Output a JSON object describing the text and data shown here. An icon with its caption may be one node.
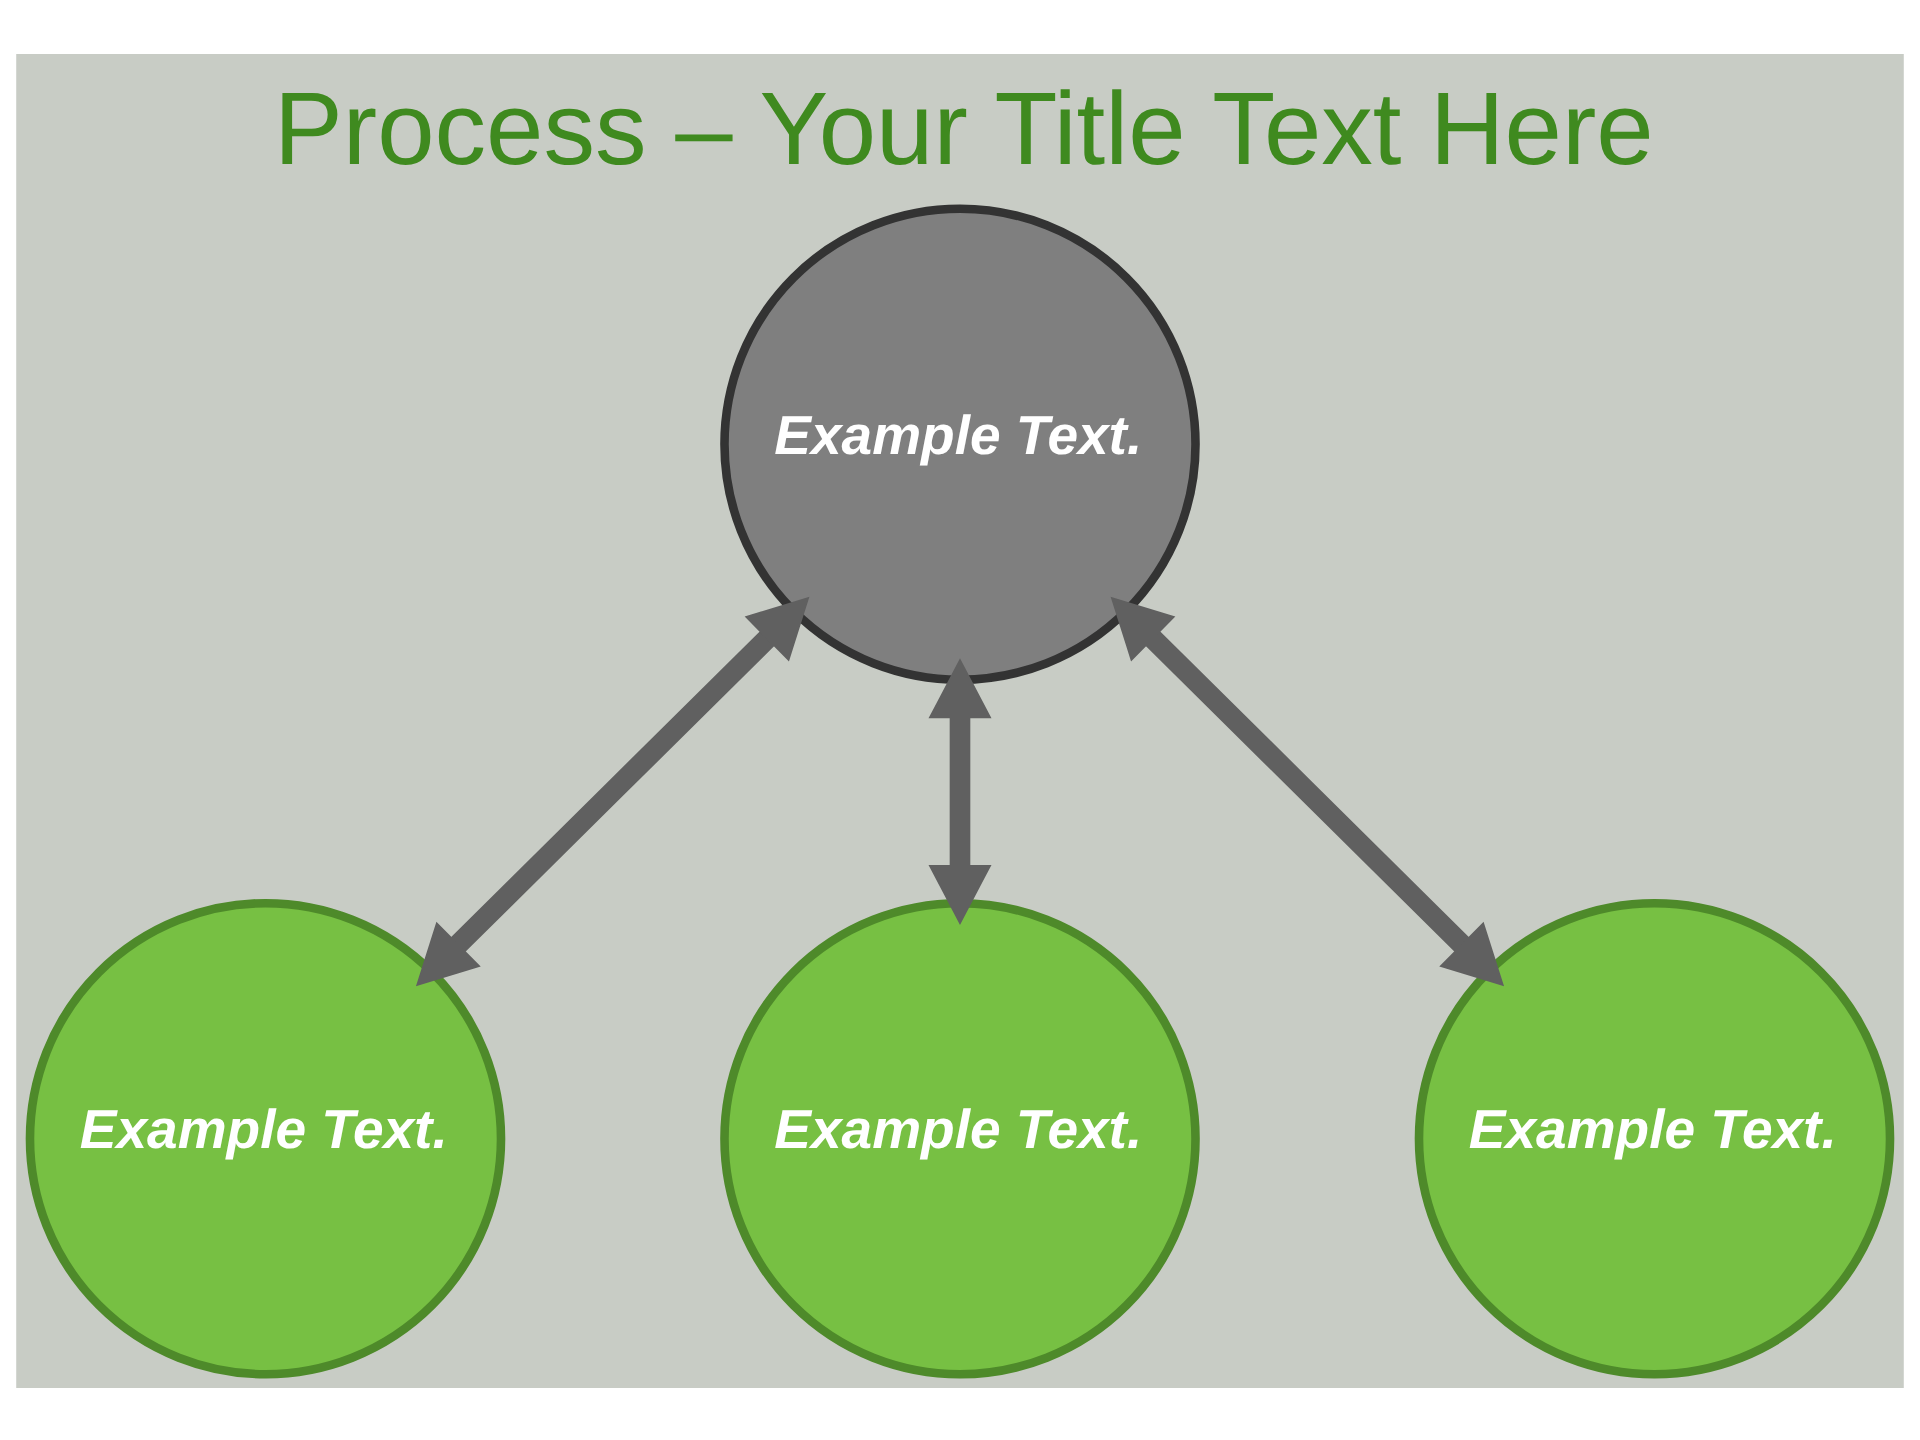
{
  "diagram": {
    "title": "Process – Your Title Text Here",
    "nodes": [
      {
        "text": [
          "Example Text."
        ]
      },
      {
        "text": [
          "Example Text."
        ]
      },
      {
        "text": [
          "Example Text."
        ]
      },
      {
        "text": [
          "Example Text."
        ]
      }
    ],
    "edges": [
      {
        "from": 0,
        "to": 1,
        "arrow": "both"
      },
      {
        "from": 0,
        "to": 2,
        "arrow": "both"
      },
      {
        "from": 0,
        "to": 3,
        "arrow": "both"
      }
    ]
  }
}
